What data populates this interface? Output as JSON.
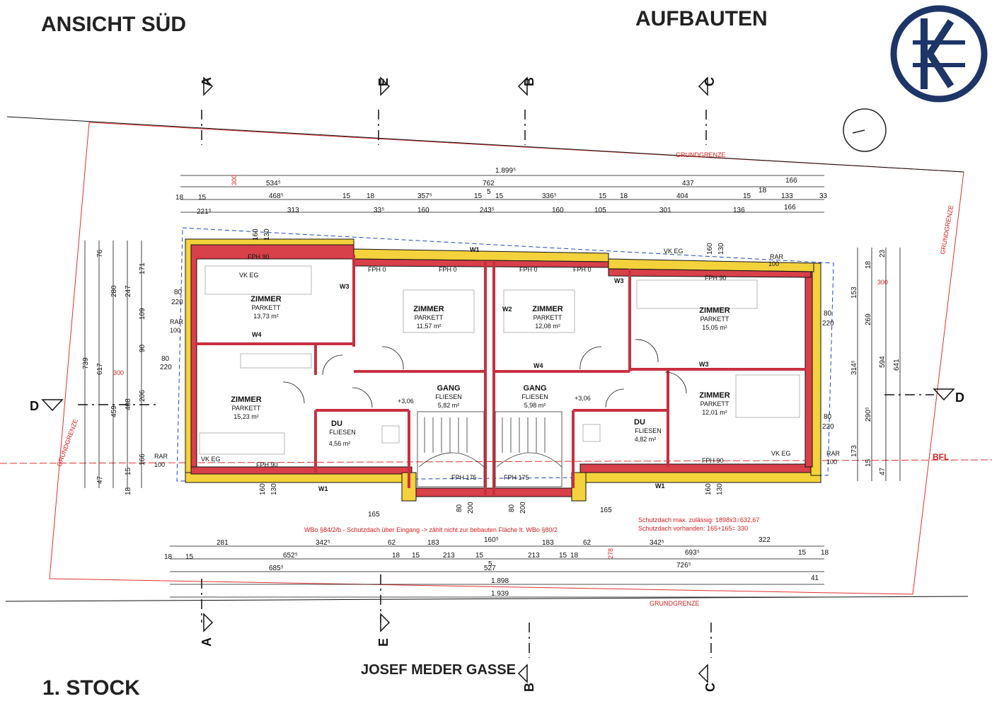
{
  "titles": {
    "view": "ANSICHT SÜD",
    "section": "AUFBAUTEN",
    "floor": "1. STOCK",
    "street": "JOSEF MEDER GASSE"
  },
  "logo": {
    "icon": "ek-monogram-logo"
  },
  "labels": {
    "grundgrenze": "GRUNDGRENZE",
    "bfl": "BFL",
    "note_left": "WBo §84/2/b - Schutzdach über Eingang -> zählt nicht zur bebauten Fläche lt. WBo §80/2",
    "note_right_1": "Schutzdach max. zulässig: 1898x3=632,67",
    "note_right_2": "Schutzdach vorhanden: 165+165= 330"
  },
  "sections": {
    "a": "A",
    "e": "E",
    "b": "B",
    "c": "C",
    "d": "D"
  },
  "rooms": [
    {
      "name": "ZIMMER",
      "floor": "PARKETT",
      "area": "13,73 m²"
    },
    {
      "name": "ZIMMER",
      "floor": "PARKETT",
      "area": "11,57 m²"
    },
    {
      "name": "ZIMMER",
      "floor": "PARKETT",
      "area": "12,08 m²"
    },
    {
      "name": "ZIMMER",
      "floor": "PARKETT",
      "area": "15,05 m²"
    },
    {
      "name": "ZIMMER",
      "floor": "PARKETT",
      "area": "15,23 m²"
    },
    {
      "name": "GANG",
      "floor": "FLIESEN",
      "area": "5,82 m²"
    },
    {
      "name": "GANG",
      "floor": "FLIESEN",
      "area": "5,98 m²"
    },
    {
      "name": "ZIMMER",
      "floor": "PARKETT",
      "area": "12,01 m²"
    },
    {
      "name": "DU",
      "floor": "FLIESEN",
      "area": "4,56 m²"
    },
    {
      "name": "DU",
      "floor": "FLIESEN",
      "area": "4,82 m²"
    }
  ],
  "walls": {
    "w1": "W1",
    "w2": "W2",
    "w3": "W3",
    "w4": "W4"
  },
  "marks": {
    "fph90": "FPH 90",
    "fph0": "FPH 0",
    "vkeg": "VK EG",
    "rar": "RAR",
    "rar100": "100",
    "fph175": "FPH 175",
    "level": "+3,06"
  },
  "dims_top": {
    "r1": [
      "1.899⁵"
    ],
    "r2": [
      "534⁵",
      "762",
      "437",
      "166"
    ],
    "r3": [
      "18",
      "15",
      "468⁵",
      "15",
      "18",
      "357⁵",
      "15",
      "5",
      "15",
      "336⁵",
      "15",
      "18",
      "404",
      "15",
      "18",
      "133",
      "33"
    ],
    "r4": [
      "221⁵",
      "313",
      "33⁵",
      "160",
      "243⁵",
      "160",
      "105",
      "301",
      "136",
      "166"
    ]
  },
  "dims_bottom": {
    "r1": [
      "281",
      "342⁵",
      "62",
      "183",
      "160⁵",
      "183",
      "62",
      "342⁵",
      "322"
    ],
    "r2": [
      "18",
      "15",
      "652⁵",
      "18",
      "15",
      "213",
      "15",
      "5",
      "213",
      "15",
      "18",
      "693⁵",
      "15",
      "18"
    ],
    "r3": [
      "685⁵",
      "527",
      "726⁵"
    ],
    "r4": [
      "1.898",
      "41"
    ],
    "r5": [
      "1.939"
    ]
  },
  "dims_left": [
    "171",
    "247",
    "109",
    "90",
    "206",
    "408",
    "459",
    "617",
    "739",
    "280",
    "76",
    "166",
    "47",
    "15",
    "18"
  ],
  "dims_right": [
    "153",
    "269",
    "314⁵",
    "290⁵",
    "173",
    "594",
    "641",
    "23",
    "18",
    "15",
    "47"
  ],
  "misc": {
    "d300": "300",
    "d165": "165",
    "d278": "278",
    "d160": "160",
    "d130": "130",
    "d80": "80",
    "d200": "200",
    "d220": "220"
  }
}
